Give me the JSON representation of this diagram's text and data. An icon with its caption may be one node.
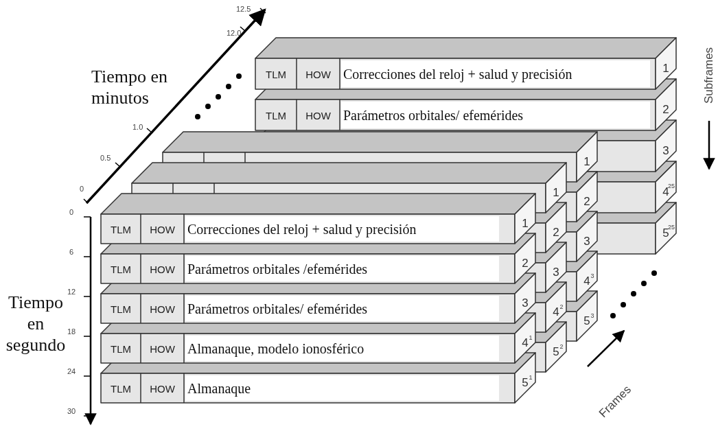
{
  "diagram": {
    "nodes": [
      {
        "text": [
          "TLM",
          "HOW",
          "Correcciones del reloj + salud y precisión",
          "1"
        ]
      },
      {
        "text": [
          "TLM",
          "HOW",
          "Parámetros orbitales/ efemérides",
          "2"
        ]
      },
      {
        "text": [
          "3"
        ]
      },
      {
        "text": [
          "25",
          "4"
        ]
      },
      {
        "text": [
          "25",
          "5"
        ]
      },
      {
        "text": [
          "1"
        ]
      },
      {
        "text": [
          "2"
        ]
      },
      {
        "text": [
          "3"
        ]
      },
      {
        "text": [
          "3",
          "4"
        ]
      },
      {
        "text": [
          "3",
          "5"
        ]
      },
      {
        "text": [
          "1"
        ]
      },
      {
        "text": [
          "2"
        ]
      },
      {
        "text": [
          "3"
        ]
      },
      {
        "text": [
          "2",
          "4"
        ]
      },
      {
        "text": [
          "2",
          "5"
        ]
      },
      {
        "text": [
          "TLM",
          "HOW",
          "Correcciones del reloj + salud y precisión",
          "1"
        ]
      },
      {
        "text": [
          "TLM",
          "HOW",
          "Parámetros orbitales /efemérides",
          "2"
        ]
      },
      {
        "text": [
          "TLM",
          "HOW",
          "Parámetros orbitales/ efemérides",
          "3"
        ]
      },
      {
        "text": [
          "TLM",
          "HOW",
          "Almanaque, modelo ionosférico",
          "1",
          "4"
        ]
      },
      {
        "text": [
          "TLM",
          "HOW",
          "Almanaque",
          "1",
          "5"
        ]
      }
    ],
    "labels": [
      "12.5",
      "12.0",
      "Tiempo en minutos",
      "Subframes",
      "1.0",
      "0.5",
      "0",
      "0",
      "6",
      "12",
      "Tiempo en segundo",
      "18",
      "24",
      "30",
      "Frames"
    ]
  }
}
